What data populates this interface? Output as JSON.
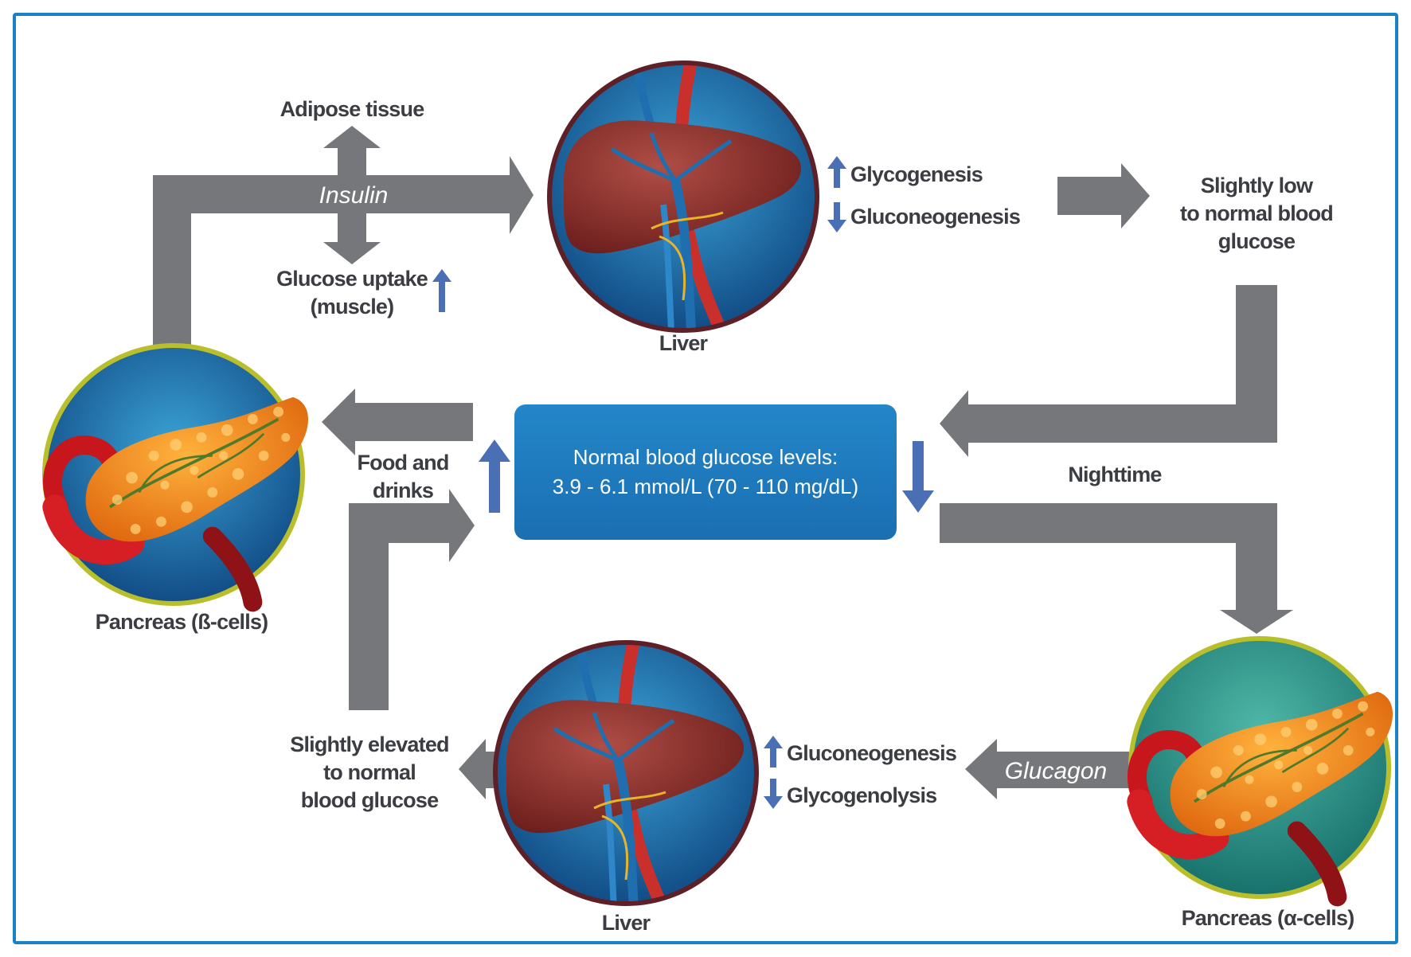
{
  "title": "",
  "colors": {
    "frame": "#1a82c4",
    "flow_arrow": "#76777b",
    "up_down_arrow": "#4a6fb5",
    "center_box": "#1a75bc",
    "text": "#3b3d42",
    "circle_ring_pancreas": "#b9bf2a",
    "circle_ring_liver": "#5e1f26"
  },
  "labels": {
    "adipose_tissue": "Adipose tissue",
    "insulin": "Insulin",
    "glucose_uptake": "Glucose uptake",
    "muscle": "(muscle)",
    "liver_top": "Liver",
    "glycogenesis": "Glycogenesis",
    "gluconeogenesis_top": "Gluconeogenesis",
    "slightly_low_1": "Slightly low",
    "slightly_low_2": "to normal blood",
    "slightly_low_3": "glucose",
    "food_1": "Food and",
    "food_2": "drinks",
    "box_line1": "Normal blood glucose levels:",
    "box_line2": "3.9 - 6.1 mmol/L (70 - 110 mg/dL)",
    "nighttime": "Nighttime",
    "pancreas_beta": "Pancreas (ß-cells)",
    "pancreas_alpha": "Pancreas (α-cells)",
    "glucagon": "Glucagon",
    "gluconeogenesis_bottom": "Gluconeogenesis",
    "glycogenolysis": "Glycogenolysis",
    "slightly_elevated_1": "Slightly elevated",
    "slightly_elevated_2": "to normal",
    "slightly_elevated_3": "blood glucose",
    "liver_bottom": "Liver"
  },
  "icons": {
    "pancreas_beta": "pancreas-illustration-icon",
    "pancreas_alpha": "pancreas-illustration-icon",
    "liver_top": "liver-illustration-icon",
    "liver_bottom": "liver-illustration-icon"
  }
}
